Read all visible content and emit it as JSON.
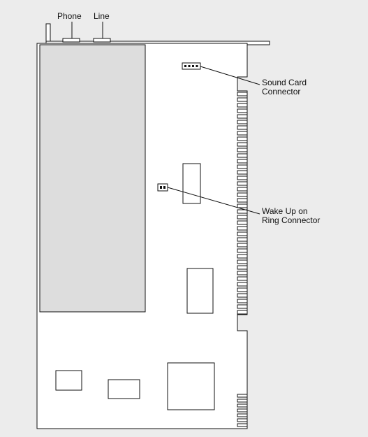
{
  "diagram": {
    "labels": {
      "phone": "Phone",
      "line": "Line",
      "sound_card_line1": "Sound Card",
      "sound_card_line2": "Connector",
      "wake_line1": "Wake Up on",
      "wake_line2": "Ring Connector"
    },
    "colors": {
      "background": "#ececec",
      "board": "#ffffff",
      "outline": "#111111",
      "shaded_area": "#dddddd"
    }
  }
}
